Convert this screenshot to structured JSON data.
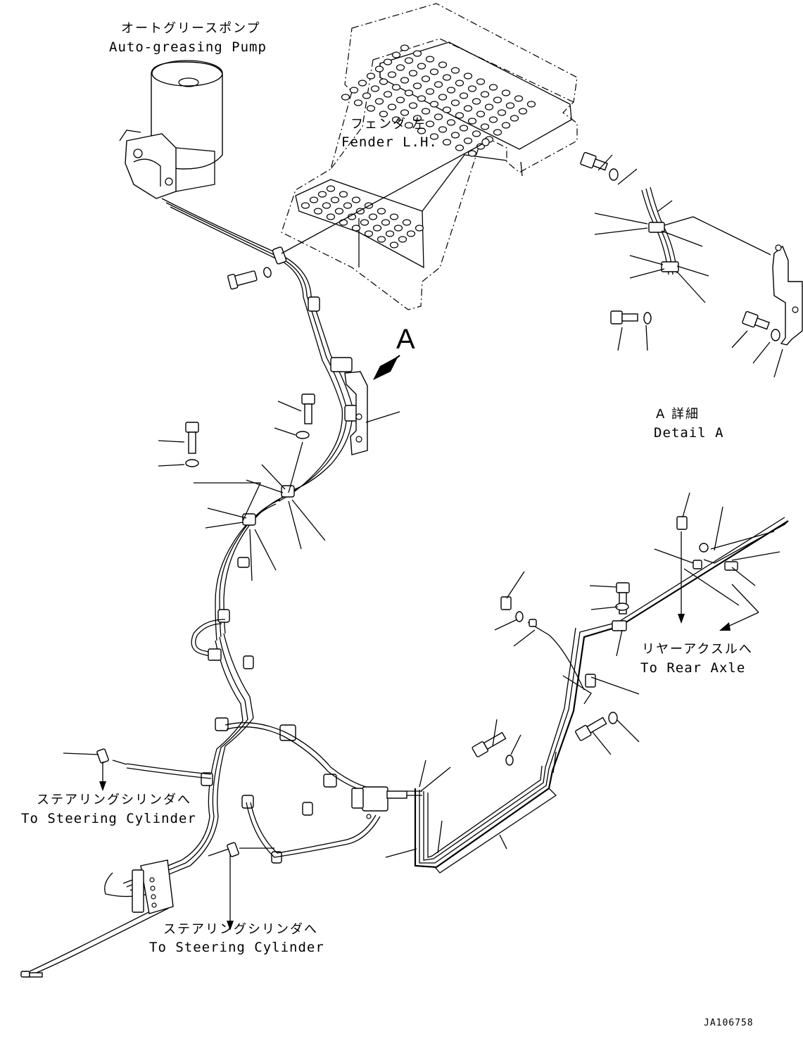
{
  "labels": {
    "pump_jp": "オートグリースポンプ",
    "pump_en": "Auto-greasing Pump",
    "fender_jp": "フェンダ 左",
    "fender_en": "Fender L.H.",
    "view_a": "A",
    "detail_a_jp": "A 詳細",
    "detail_a_en": "Detail A",
    "rear_axle_jp": "リヤーアクスルへ",
    "rear_axle_en": "To Rear Axle",
    "steer1_jp": "ステアリングシリンダへ",
    "steer1_en": "To Steering Cylinder",
    "steer2_jp": "ステアリングシリンダへ",
    "steer2_en": "To Steering Cylinder",
    "drawing_no": "JA106758"
  },
  "colors": {
    "ink": "#000000",
    "paper": "#ffffff"
  }
}
